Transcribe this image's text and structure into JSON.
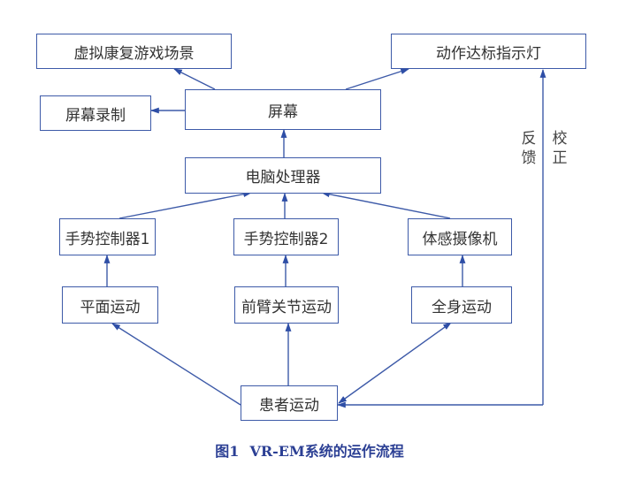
{
  "diagram": {
    "line_color": "#3d5aa8",
    "caption_color": "#2b3f94",
    "nodes": {
      "vr_scene": "虚拟康复游戏场景",
      "indicator_light": "动作达标指示灯",
      "screen_recording": "屏幕录制",
      "screen": "屏幕",
      "computer_processor": "电脑处理器",
      "gesture_controller_1": "手势控制器1",
      "gesture_controller_2": "手势控制器2",
      "motion_camera": "体感摄像机",
      "planar_motion": "平面运动",
      "forearm_joint_motion": "前臂关节运动",
      "whole_body_motion": "全身运动",
      "patient_motion": "患者运动"
    },
    "edges": [
      {
        "from": "screen",
        "to": "vr_scene"
      },
      {
        "from": "screen",
        "to": "indicator_light"
      },
      {
        "from": "screen",
        "to": "screen_recording"
      },
      {
        "from": "computer_processor",
        "to": "screen"
      },
      {
        "from": "gesture_controller_1",
        "to": "computer_processor"
      },
      {
        "from": "gesture_controller_2",
        "to": "computer_processor"
      },
      {
        "from": "motion_camera",
        "to": "computer_processor"
      },
      {
        "from": "planar_motion",
        "to": "gesture_controller_1"
      },
      {
        "from": "forearm_joint_motion",
        "to": "gesture_controller_2"
      },
      {
        "from": "whole_body_motion",
        "to": "motion_camera"
      },
      {
        "from": "patient_motion",
        "to": "planar_motion"
      },
      {
        "from": "patient_motion",
        "to": "forearm_joint_motion"
      },
      {
        "from": "patient_motion",
        "to": "whole_body_motion"
      },
      {
        "from": "patient_motion",
        "to": "indicator_light",
        "label": "feedback/correction"
      },
      {
        "from": "indicator_light",
        "to": "patient_motion",
        "label": "feedback/correction"
      }
    ],
    "side_labels": {
      "feedback": "反馈",
      "correction": "校正"
    },
    "caption": {
      "number": "图1",
      "title": "VR-EM系统的运作流程"
    }
  }
}
